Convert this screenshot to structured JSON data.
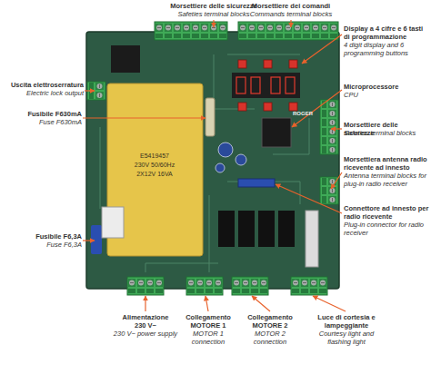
{
  "diagram": {
    "labels": [
      "Morsettiere delle sicurezze",
      "Safeties terminal blocks",
      "Morsettiere dei comandi",
      "Commands terminal blocks",
      "Display a 4 cifre e 6 tasti di programmazione",
      "4 digit display and 6 programming buttons",
      "Uscita elettroserratura",
      "Electric lock output",
      "Microprocessore",
      "CPU",
      "Fusibile F630mA",
      "Fuse F630mA",
      "Morsettiere delle sicurezze",
      "Safeties terminal blocks",
      "Morsettiera antenna radio ricevente ad innesto",
      "Antenna terminal blocks for plug-in radio receiver",
      "Connettore ad innesto per radio ricevente",
      "Plug-in connector for radio receiver",
      "Fusibile F6,3A",
      "Fuse F6,3A",
      "Alimentazione 230 V~",
      "230 V~ power supply",
      "Collegamento MOTORE 1",
      "MOTOR 1 connection",
      "Collegamento MOTORE 2",
      "MOTOR 2 connection",
      "Luce di cortesia e lampeggiante",
      "Courtesy light and flashing light",
      "E5419457",
      "230V 50/60Hz",
      "2X12V 16VA",
      "ROGER"
    ]
  }
}
